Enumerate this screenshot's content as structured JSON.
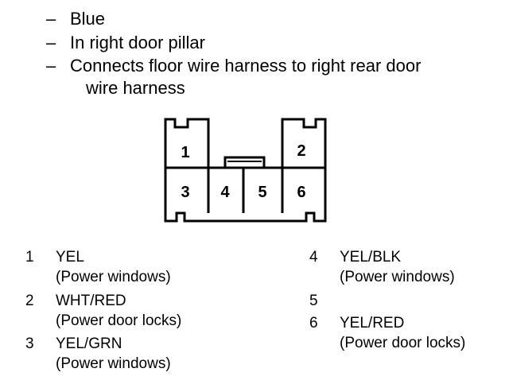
{
  "notes": [
    "Blue",
    "In right door pillar",
    "Connects floor wire harness to right rear door",
    "wire harness"
  ],
  "dash": "–",
  "connector": {
    "cavities": [
      "1",
      "2",
      "3",
      "4",
      "5",
      "6"
    ]
  },
  "pins": [
    {
      "number": "1",
      "color": "YEL",
      "circuit": "(Power windows)"
    },
    {
      "number": "2",
      "color": "WHT/RED",
      "circuit": "(Power door locks)"
    },
    {
      "number": "3",
      "color": "YEL/GRN",
      "circuit": "(Power windows)"
    },
    {
      "number": "4",
      "color": "YEL/BLK",
      "circuit": "(Power windows)"
    },
    {
      "number": "5",
      "color": "",
      "circuit": ""
    },
    {
      "number": "6",
      "color": "YEL/RED",
      "circuit": "(Power door locks)"
    }
  ]
}
